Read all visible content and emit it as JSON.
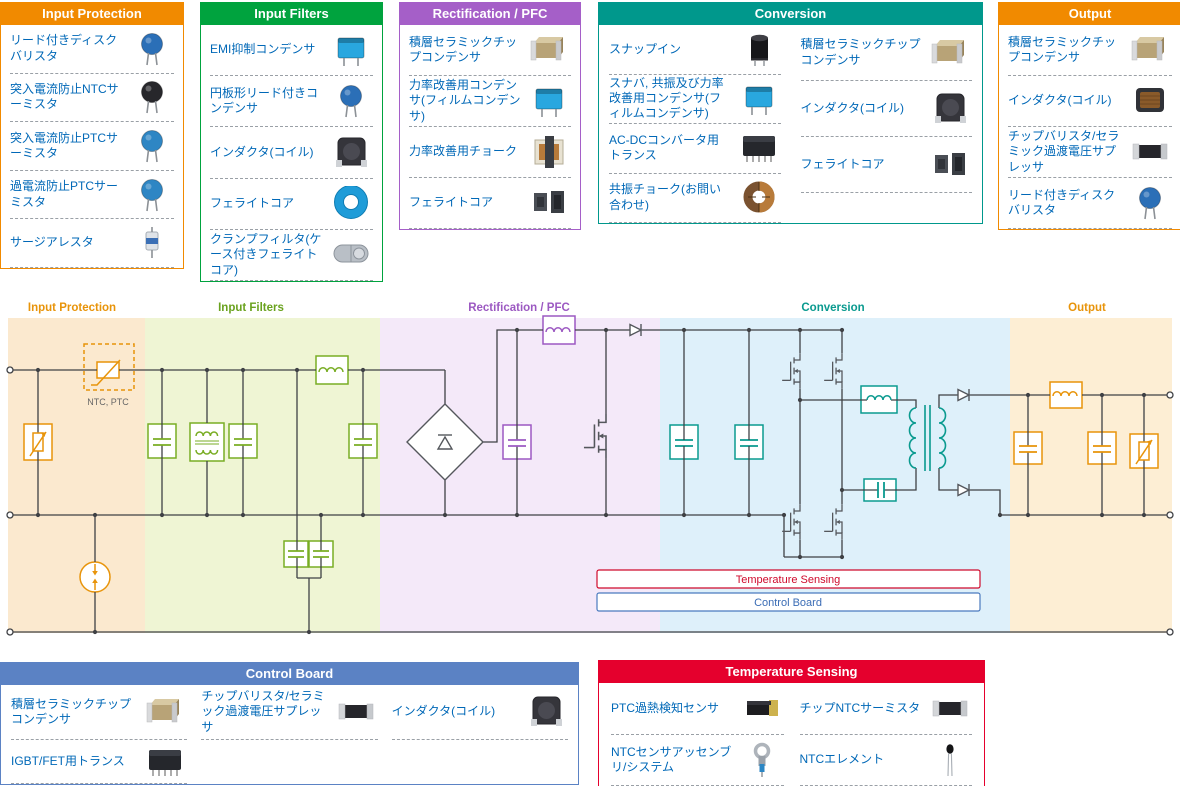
{
  "panels": {
    "input_protection": {
      "title": "Input Protection",
      "header_color": "#f18a00",
      "items": [
        {
          "label": "リード付きディスクバリスタ",
          "icon": "disc-varistor-icon"
        },
        {
          "label": "突入電流防止NTCサーミスタ",
          "icon": "ntc-thermistor-icon"
        },
        {
          "label": "突入電流防止PTCサーミスタ",
          "icon": "ptc-thermistor-icon"
        },
        {
          "label": "過電流防止PTCサーミスタ",
          "icon": "ptc-thermistor-icon"
        },
        {
          "label": "サージアレスタ",
          "icon": "surge-arrester-icon"
        }
      ]
    },
    "input_filters": {
      "title": "Input Filters",
      "header_color": "#00a33e",
      "items": [
        {
          "label": "EMI抑制コンデンサ",
          "icon": "emi-capacitor-icon"
        },
        {
          "label": "円板形リード付きコンデンサ",
          "icon": "disc-capacitor-icon"
        },
        {
          "label": "インダクタ(コイル)",
          "icon": "inductor-icon"
        },
        {
          "label": "フェライトコア",
          "icon": "ferrite-ring-icon"
        },
        {
          "label": "クランプフィルタ(ケース付きフェライトコア)",
          "icon": "clamp-filter-icon"
        }
      ]
    },
    "rectification_pfc": {
      "title": "Rectification / PFC",
      "header_color": "#a55fc8",
      "items": [
        {
          "label": "積層セラミックチップコンデンサ",
          "icon": "mlcc-icon"
        },
        {
          "label": "力率改善用コンデンサ(フィルムコンデンサ)",
          "icon": "film-capacitor-icon"
        },
        {
          "label": "力率改善用チョーク",
          "icon": "pfc-choke-icon"
        },
        {
          "label": "フェライトコア",
          "icon": "ferrite-core-icon"
        }
      ]
    },
    "conversion": {
      "title": "Conversion",
      "header_color": "#00988c",
      "left_items": [
        {
          "label": "スナップイン",
          "icon": "snap-in-capacitor-icon"
        },
        {
          "label": "スナバ, 共振及び力率改善用コンデンサ(フィルムコンデンサ)",
          "icon": "film-capacitor-icon"
        },
        {
          "label": "AC-DCコンバータ用トランス",
          "icon": "transformer-icon"
        },
        {
          "label": "共振チョーク(お問い合わせ)",
          "icon": "resonant-choke-icon"
        }
      ],
      "right_items": [
        {
          "label": "積層セラミックチップコンデンサ",
          "icon": "mlcc-icon"
        },
        {
          "label": "インダクタ(コイル)",
          "icon": "inductor-icon"
        },
        {
          "label": "フェライトコア",
          "icon": "ferrite-core-icon"
        }
      ]
    },
    "output": {
      "title": "Output",
      "header_color": "#f18a00",
      "items": [
        {
          "label": "積層セラミックチップコンデンサ",
          "icon": "mlcc-icon"
        },
        {
          "label": "インダクタ(コイル)",
          "icon": "drum-inductor-icon"
        },
        {
          "label": "チップバリスタ/セラミック過渡電圧サプレッサ",
          "icon": "chip-varistor-icon"
        },
        {
          "label": "リード付きディスクバリスタ",
          "icon": "disc-varistor-icon"
        }
      ]
    },
    "control_board": {
      "title": "Control Board",
      "header_color": "#5b82c4",
      "items": [
        {
          "label": "積層セラミックチップコンデンサ",
          "icon": "mlcc-icon"
        },
        {
          "label": "チップバリスタ/セラミック過渡電圧サプレッサ",
          "icon": "chip-varistor-icon"
        },
        {
          "label": "インダクタ(コイル)",
          "icon": "inductor-icon"
        },
        {
          "label": "IGBT/FET用トランス",
          "icon": "igbt-transformer-icon"
        }
      ]
    },
    "temperature_sensing": {
      "title": "Temperature Sensing",
      "header_color": "#e5002d",
      "items": [
        {
          "label": "PTC過熱検知センサ",
          "icon": "ptc-sensor-icon"
        },
        {
          "label": "チップNTCサーミスタ",
          "icon": "chip-ntc-icon"
        },
        {
          "label": "NTCセンサアッセンブリ/システム",
          "icon": "ntc-assembly-icon"
        },
        {
          "label": "NTCエレメント",
          "icon": "ntc-element-icon"
        }
      ]
    }
  },
  "diagram": {
    "zone_labels": [
      "Input Protection",
      "Input Filters",
      "Rectification / PFC",
      "Conversion",
      "Output"
    ],
    "zone_label_colors": [
      "#e8940a",
      "#6aa21e",
      "#9c59c2",
      "#0a9a8f",
      "#e8940a"
    ],
    "ntc_ptc_label": "NTC, PTC",
    "temperature_sensing_box": "Temperature Sensing",
    "control_board_box": "Control Board",
    "colors": {
      "wire": "#3f4145",
      "input_protection_zone": "#fbe9cf",
      "input_filters_zone": "#eff5d4",
      "rectification_zone": "#f4e9f9",
      "conversion_zone": "#def0fa",
      "output_zone": "#fdeed4",
      "orange_accent": "#e8940a",
      "green_accent": "#79ad24",
      "purple_accent": "#9c59c2",
      "teal_accent": "#0a9a8f",
      "temperature_sensing_red": "#cf0a2c",
      "control_board_blue": "#3a6cb5"
    }
  }
}
